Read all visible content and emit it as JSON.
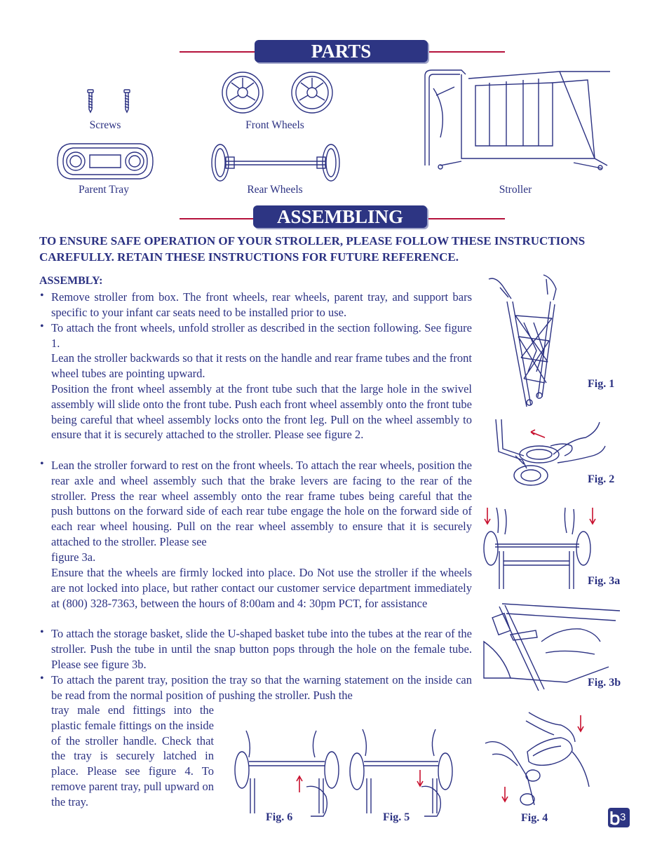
{
  "parts": {
    "title": "PARTS",
    "captions": {
      "screws": "Screws",
      "front_wheels": "Front Wheels",
      "parent_tray": "Parent Tray",
      "rear_wheels": "Rear Wheels",
      "stroller": "Stroller"
    }
  },
  "assembling": {
    "title": "ASSEMBLING",
    "warning": "TO ENSURE SAFE OPERATION OF YOUR STROLLER, PLEASE FOLLOW THESE INSTRUCTIONS CAREFULLY. RETAIN THESE INSTRUCTIONS FOR FUTURE REFERENCE.",
    "assembly_heading": "ASSEMBLY:",
    "bullet_glyph": "•",
    "p1": "Remove stroller from box. The front wheels, rear wheels, parent tray, and support bars specific to your infant car seats need to be installed prior to use.",
    "p2a": "To attach the front wheels, unfold stroller as described in the section following. See figure 1.",
    "p2b": "Lean the stroller backwards so that it rests on the handle and rear frame tubes and the front wheel tubes are pointing upward.",
    "p2c": "Position the front wheel assembly at the front tube such that the large hole in the swivel assembly will slide onto the front tube.  Push each front wheel assembly onto the front tube being careful that wheel assembly locks onto the front leg. Pull on the wheel assembly to ensure that it is securely attached to the stroller. Please see figure 2.",
    "p3a": "Lean the stroller forward to rest on the front wheels.  To attach the rear wheels, position the rear axle and wheel assembly such that the brake levers are facing to the rear of the stroller.  Press the rear wheel assembly onto the rear frame tubes being careful that the push buttons on the forward side of each rear tube engage the hole on the forward side of each rear wheel housing.  Pull on the rear wheel assembly to ensure that it is securely attached to the stroller.  Please see",
    "p3a_tail": "figure 3a.",
    "p3b": "Ensure that the wheels are firmly locked into place. Do Not use the stroller if the wheels are not locked into place, but rather contact our customer service department immediately at (800) 328-7363, between the hours of 8:00am and 4: 30pm PCT, for assistance",
    "p4": "To attach the storage basket, slide the U-shaped basket tube into the tubes at the rear of the stroller.  Push the tube in until the snap button pops through the hole on the female tube.  Please see figure 3b.",
    "p5a": "To attach the parent tray, position the tray so that the warning statement on the inside can be read from the normal position of pushing the stroller.  Push the",
    "p5b": "tray male end fittings into the plastic female fittings on the inside of the stroller handle. Check that the tray is securely latched in place.  Please see figure 4.  To remove parent tray, pull upward on the tray."
  },
  "figures": {
    "fig1": "Fig. 1",
    "fig2": "Fig. 2",
    "fig3a": "Fig. 3a",
    "fig3b": "Fig. 3b",
    "fig4": "Fig. 4",
    "fig5": "Fig. 5",
    "fig6": "Fig. 6"
  },
  "page_number": "3",
  "colors": {
    "ink": "#2b3182",
    "banner": "#2d3583",
    "rule": "#b5123c",
    "arrow": "#c8102e"
  }
}
